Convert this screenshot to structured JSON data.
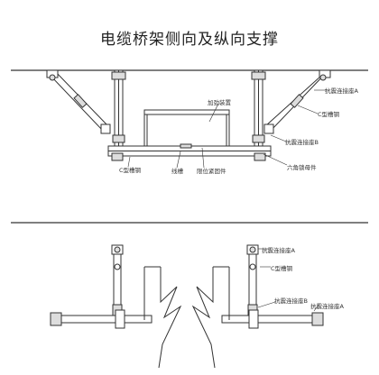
{
  "title": "电缆桥架侧向及纵向支撑",
  "top_view": {
    "labels": {
      "reinforcement": "加劲装置",
      "seismic_connector_a": "抗震连接座A",
      "c_channel_right": "C型槽钢",
      "seismic_connector_b": "抗震连接座B",
      "lock_nut": "六角锁母件",
      "c_channel_left": "C型槽钢",
      "cable_tray": "线槽",
      "limit_fixture": "限位紧固件"
    }
  },
  "bottom_view": {
    "labels": {
      "seismic_connector_a": "抗震连接座A",
      "c_channel": "C型槽钢",
      "seismic_connector_b": "抗震连接座B",
      "seismic_connector_a_low": "抗震连接座A"
    }
  }
}
